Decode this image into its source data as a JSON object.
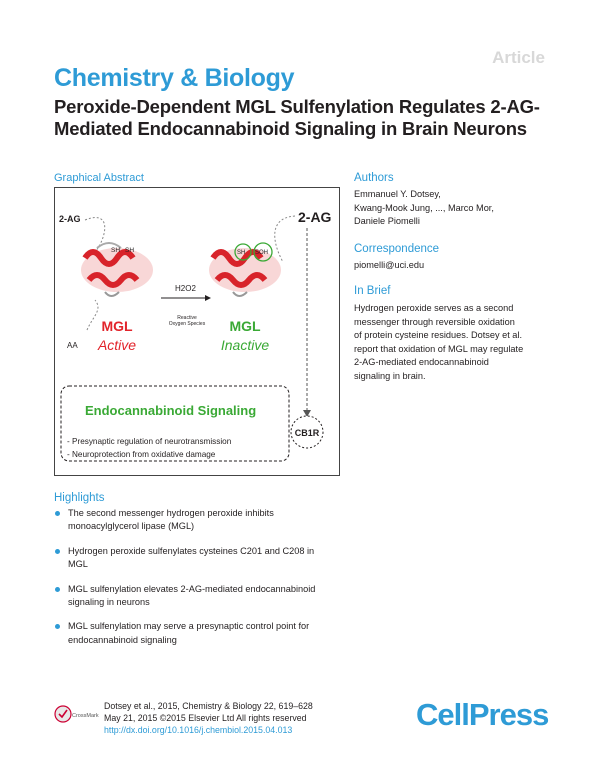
{
  "header": {
    "article_tag": "Article",
    "journal": "Chemistry & Biology",
    "title": "Peroxide-Dependent MGL Sulfenylation Regulates 2-AG-Mediated Endocannabinoid Signaling in Brain Neurons"
  },
  "graphical_abstract": {
    "label": "Graphical Abstract",
    "top_left_label": "2-AG",
    "top_right_label": "2-AG",
    "sh1": "SH",
    "sh2": "SH",
    "soh": "SOH",
    "h2o2": "H2O2",
    "ros_line1": "Reactive",
    "ros_line2": "Oxygen Species",
    "aa_label": "AA",
    "mgl_active": "MGL",
    "active": "Active",
    "mgl_inactive": "MGL",
    "inactive": "Inactive",
    "signaling_title": "Endocannabinoid Signaling",
    "bullet1": "- Presynaptic regulation of neurotransmission",
    "bullet2": "- Neuroprotection from oxidative damage",
    "receptor": "CB1R",
    "colors": {
      "red": "#e2242b",
      "green": "#3aa935",
      "blue": "#2e9bd6"
    }
  },
  "authors": {
    "heading": "Authors",
    "line1": "Emmanuel Y. Dotsey,",
    "line2": "Kwang-Mook Jung, ..., Marco Mor,",
    "line3": "Daniele Piomelli"
  },
  "correspondence": {
    "heading": "Correspondence",
    "email": "piomelli@uci.edu"
  },
  "in_brief": {
    "heading": "In Brief",
    "line1": "Hydrogen peroxide serves as a second",
    "line2": "messenger through reversible oxidation",
    "line3": "of protein cysteine residues. Dotsey et al.",
    "line4": "report that oxidation of MGL may regulate",
    "line5": "2-AG-mediated endocannabinoid",
    "line6": "signaling in brain."
  },
  "highlights": {
    "heading": "Highlights",
    "items": [
      {
        "l1": "The second messenger hydrogen peroxide inhibits",
        "l2": "monoacylglycerol lipase (MGL)"
      },
      {
        "l1": "Hydrogen peroxide sulfenylates cysteines C201 and C208 in",
        "l2": "MGL"
      },
      {
        "l1": "MGL sulfenylation elevates 2-AG-mediated endocannabinoid",
        "l2": "signaling in neurons"
      },
      {
        "l1": "MGL sulfenylation may serve a presynaptic control point for",
        "l2": "endocannabinoid signaling"
      }
    ]
  },
  "footer": {
    "cite1": "Dotsey et al., 2015, Chemistry & Biology 22, 619–628",
    "cite2": "May 21, 2015 ©2015 Elsevier Ltd All rights reserved",
    "doi": "http://dx.doi.org/10.1016/j.chembiol.2015.04.013",
    "crossmark": "CrossMark",
    "publisher": "CellPress"
  }
}
